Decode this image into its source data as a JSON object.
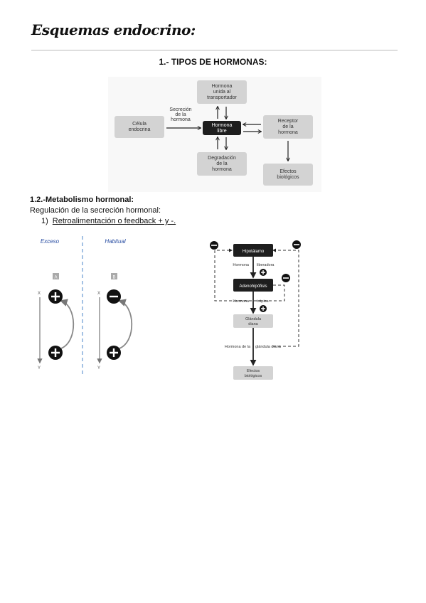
{
  "document": {
    "title": "Esquemas endocrino:",
    "section_heading": "1.- TIPOS DE HORMONAS:",
    "subsection_heading": "1.2.-Metabolismo hormonal:",
    "subsection_text": "Regulación de la secreción hormonal:",
    "list_item_number": "1)",
    "list_item_text": "Retroalimentación o feedback + y -."
  },
  "diagram1": {
    "celula": [
      "Célula",
      "endocrina"
    ],
    "secrecion": [
      "Secreción",
      "de la",
      "hormona"
    ],
    "unida": [
      "Hormona",
      "unida al",
      "transportador"
    ],
    "libre": [
      "Hormona",
      "libre"
    ],
    "receptor": [
      "Receptor",
      "de la",
      "hormona"
    ],
    "degradacion": [
      "Degradación",
      "de la",
      "hormona"
    ],
    "efectos": [
      "Efectos",
      "biológicos"
    ]
  },
  "diagram2": {
    "left_label": "Exceso",
    "right_label": "Habitual",
    "panel_a": "A",
    "panel_b": "B",
    "axis_x": "X",
    "axis_y": "Y"
  },
  "diagram3": {
    "hipotalamo": "Hipotálamo",
    "hormona_liberadora": [
      "Hormona",
      "liberadora"
    ],
    "adenohipofisis": "Adenohipófisis",
    "hormona_tropica": [
      "Hormona",
      "trópica"
    ],
    "glandula_diana": [
      "Glándula",
      "diana"
    ],
    "hormona_glandula": [
      "Hormona de la",
      "glándula diana"
    ],
    "efectos": [
      "Efectos",
      "biológicos"
    ]
  },
  "colors": {
    "box_gray": "#d3d3d3",
    "box_dark": "#1e1e1e",
    "divider_blue": "#4a86c8",
    "label_blue": "#2b4fa3"
  }
}
